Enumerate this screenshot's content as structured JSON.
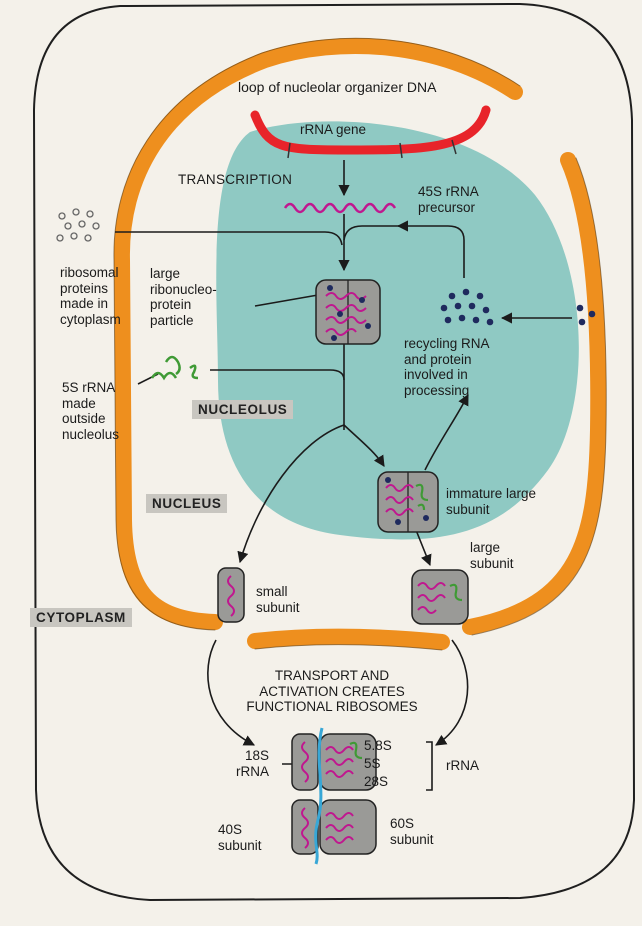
{
  "labels": {
    "loop_dna": "loop of nucleolar organizer DNA",
    "rrna_gene": "rRNA gene",
    "transcription": "TRANSCRIPTION",
    "precursor_45s": [
      "45S rRNA",
      "precursor"
    ],
    "ribosomal_proteins": [
      "ribosomal",
      "proteins",
      "made in",
      "cytoplasm"
    ],
    "large_rnp": [
      "large",
      "ribonucleo-",
      "protein",
      "particle"
    ],
    "recycling": [
      "recycling RNA",
      "and protein",
      "involved in",
      "processing"
    ],
    "rrna_5s_outside": [
      "5S rRNA",
      "made",
      "outside",
      "nucleolus"
    ],
    "immature_large": [
      "immature large",
      "subunit"
    ],
    "large_subunit": [
      "large",
      "subunit"
    ],
    "small_subunit": [
      "small",
      "subunit"
    ],
    "transport": [
      "TRANSPORT AND",
      "ACTIVATION CREATES",
      "FUNCTIONAL RIBOSOMES"
    ],
    "rrna_18s": [
      "18S",
      "rRNA"
    ],
    "rrna_58s": "5.8S",
    "rrna_5s": "5S",
    "rrna_28s": "28S",
    "rrna": "rRNA",
    "subunit_40s": [
      "40S",
      "subunit"
    ],
    "subunit_60s": [
      "60S",
      "subunit"
    ]
  },
  "regions": {
    "nucleolus": "NUCLEOLUS",
    "nucleus": "NUCLEUS",
    "cytoplasm": "CYTOPLASM"
  },
  "colors": {
    "background": "#f4f1ea",
    "nucleolus_fill": "#8fc9c3",
    "nuclear_envelope": "#ee8f1e",
    "dna_loop": "#e8242a",
    "rna_strand": "#c0178f",
    "rna_5s": "#3f9a35",
    "protein_dot": "#1f2a5e",
    "particle_fill": "#9a9a97",
    "ribosome_divider": "#38a7d6",
    "region_tag": "#c8c6c0"
  }
}
